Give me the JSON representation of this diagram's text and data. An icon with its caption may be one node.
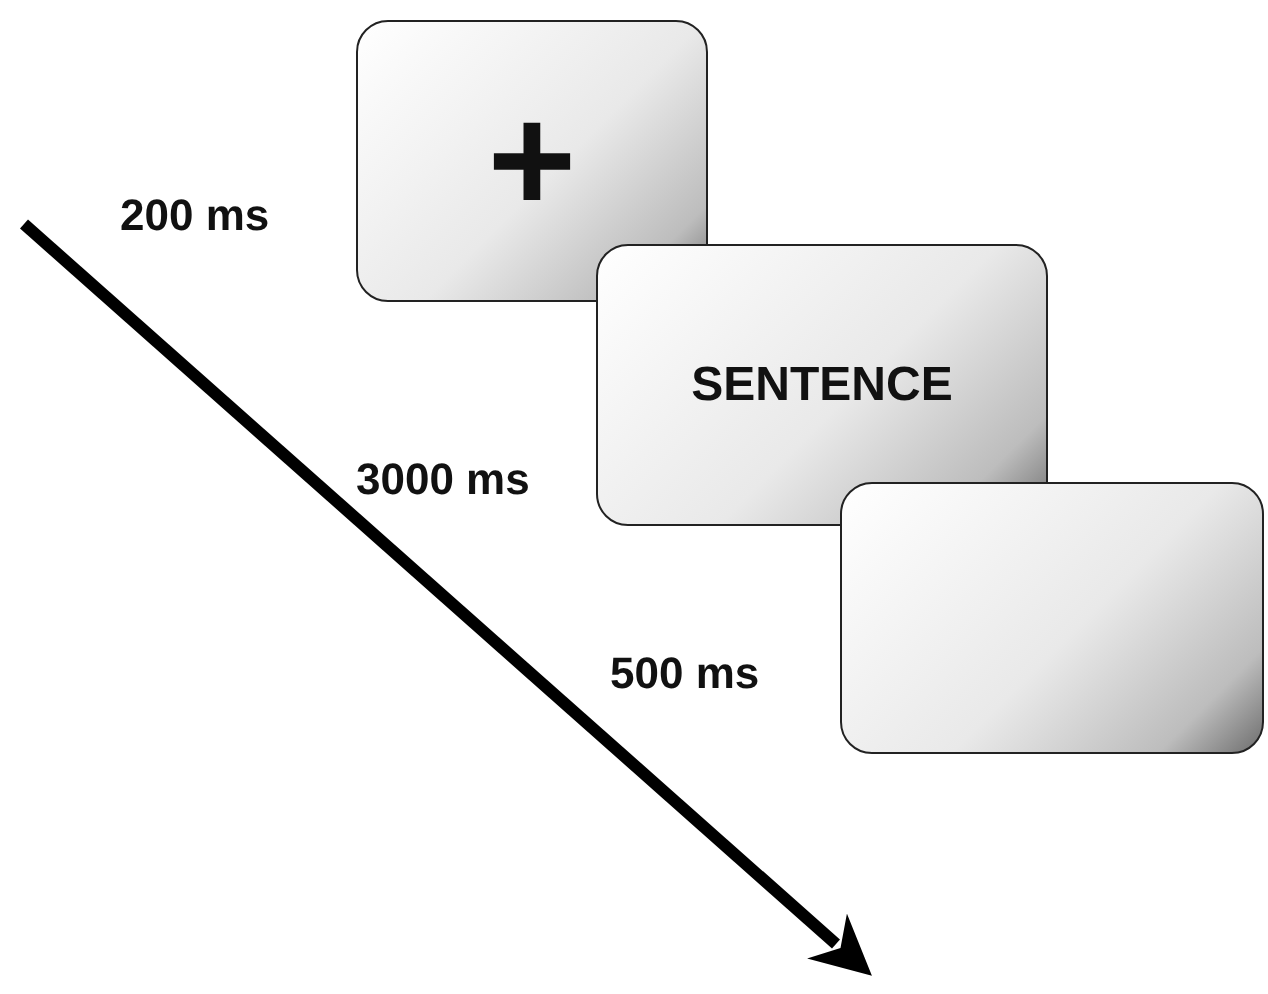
{
  "diagram": {
    "nodes": [
      {
        "text": [
          "+"
        ],
        "beside": [
          "200 ms"
        ]
      },
      {
        "text": [
          "SENTENCE"
        ],
        "beside": [
          "3000 ms"
        ]
      },
      {
        "text": [],
        "shape": "box",
        "beside": [
          "500 ms"
        ]
      }
    ]
  }
}
